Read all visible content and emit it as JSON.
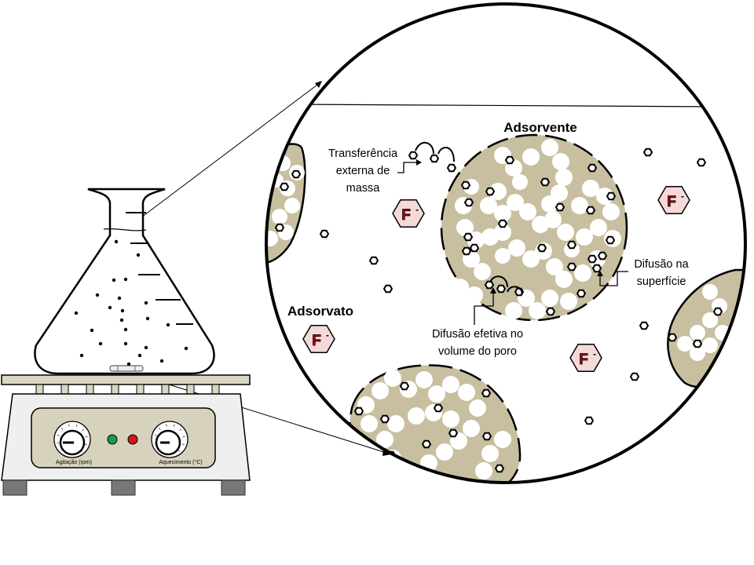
{
  "labels": {
    "adsorvente": "Adsorvente",
    "adsorvato": "Adsorvato",
    "transferencia": [
      "Transferência",
      "externa de",
      "massa"
    ],
    "difusao_superficie": [
      "Difusão na",
      "superfície"
    ],
    "difusao_poro": [
      "Difusão efetiva no",
      "volume do poro"
    ],
    "ion": "F",
    "ion_charge": "-"
  },
  "stirrer": {
    "dial_left_label": "Agitação (rpm)",
    "dial_right_label": "Aquecimento (°C)"
  },
  "colors": {
    "adsorbent": "#c8bfa0",
    "ion_fill": "#f5d9d9",
    "ion_text": "#b00000",
    "plate": "#d9d6c4",
    "body": "#efefef",
    "panel": "#d7d2bd",
    "feet": "#777777",
    "led_green": "#1a9a4a",
    "led_red": "#d01818"
  },
  "icons": [
    "hexagon-molecule-icon",
    "fluoride-ion-icon",
    "knob-icon",
    "led-icon"
  ]
}
